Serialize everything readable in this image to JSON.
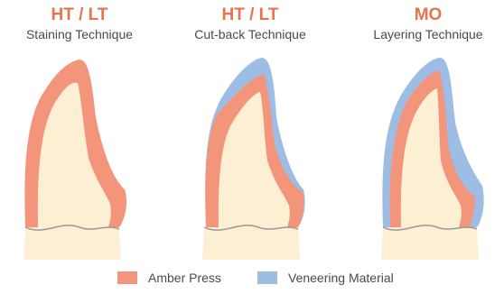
{
  "colors": {
    "amber_press": "#f3957a",
    "veneering": "#9dbde4",
    "dentin_fill": "#fdefd3",
    "title_accent": "#e8734f",
    "gumline": "#999999"
  },
  "panels": [
    {
      "title": "HT / LT",
      "subtitle": "Staining Technique"
    },
    {
      "title": "HT / LT",
      "subtitle": "Cut-back Technique"
    },
    {
      "title": "MO",
      "subtitle": "Layering Technique"
    }
  ],
  "legend": [
    {
      "label": "Amber Press",
      "color": "#f3957a"
    },
    {
      "label": "Veneering Material",
      "color": "#9dbde4"
    }
  ]
}
